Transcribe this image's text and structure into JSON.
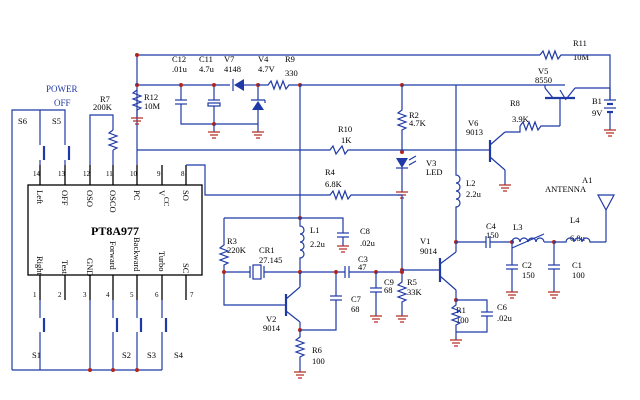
{
  "ic": {
    "name": "PT8A977",
    "top_pins": [
      {
        "num": "14",
        "label": "Left"
      },
      {
        "num": "13",
        "label": "OFF"
      },
      {
        "num": "12",
        "label": "OSO"
      },
      {
        "num": "11",
        "label": "OSCO"
      },
      {
        "num": "10",
        "label": "PC"
      },
      {
        "num": "9",
        "label": "V"
      },
      {
        "num": "8",
        "label": "SO"
      }
    ],
    "vcc_sub": "CC",
    "bottom_pins": [
      {
        "num": "1",
        "label": "Right"
      },
      {
        "num": "2",
        "label": "Test"
      },
      {
        "num": "3",
        "label": "GND"
      },
      {
        "num": "4",
        "label": "Forward"
      },
      {
        "num": "5",
        "label": "Backward"
      },
      {
        "num": "6",
        "label": "Turbo"
      },
      {
        "num": "7",
        "label": "SC"
      }
    ]
  },
  "labels": {
    "power": "POWER",
    "off": "OFF",
    "s6": "S6",
    "s5": "S5",
    "s1": "S1",
    "s2": "S2",
    "s3": "S3",
    "s4": "S4",
    "r7": "R7",
    "r7v": "200K",
    "r12": "R12",
    "r12v": "10M",
    "c12": "C12",
    "c12v": ".01u",
    "c11": "C11",
    "c11v": "4.7u",
    "v7": "V7",
    "v7v": "4148",
    "v4": "V4",
    "v4v": "4.7V",
    "r9": "R9",
    "r9v": "330",
    "r11": "R11",
    "r11v": "10M",
    "v5": "V5",
    "v5v": "8550",
    "b1": "B1",
    "b1v": "9V",
    "r2": "R2",
    "r2v": "4.7K",
    "r8": "R8",
    "r8v": "3.9K",
    "v6": "V6",
    "v6v": "9013",
    "r10": "R10",
    "r10v": "1K",
    "v3": "V3",
    "v3v": "LED",
    "r4": "R4",
    "r4v": "6.8K",
    "l2": "L2",
    "l2v": "2.2u",
    "antenna": "ANTENNA",
    "a1": "A1",
    "l1": "L1",
    "l1v": "2.2u",
    "c8": "C8",
    "c8v": ".02u",
    "r3": "R3",
    "r3v": "220K",
    "cr1": "CR1",
    "cr1v": "27.145",
    "c3": "C3",
    "c3v": "47",
    "c9": "C9",
    "c9v": "68",
    "r5": "R5",
    "r5v": "33K",
    "v1": "V1",
    "v1v": "9014",
    "c4": "C4",
    "c4v": "150",
    "l3": "L3",
    "l4": "L4",
    "l4v": "6.8u",
    "c2": "C2",
    "c2v": "150",
    "c1": "C1",
    "c1v": "100",
    "c7": "C7",
    "c7v": "68",
    "v2": "V2",
    "v2v": "9014",
    "r6": "R6",
    "r6v": "100",
    "r1": "R1",
    "r1v": "100",
    "c6": "C6",
    "c6v": ".02u"
  }
}
